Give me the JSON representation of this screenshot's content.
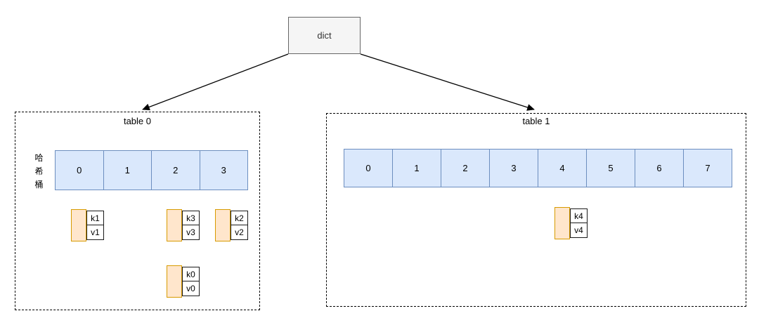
{
  "root_node": {
    "label": "dict"
  },
  "tables": [
    {
      "title": "table 0",
      "bucket_label": "哈希桶",
      "cells": [
        "0",
        "1",
        "2",
        "3"
      ],
      "nodes": [
        {
          "key": "k1",
          "value": "v1",
          "bucket": "0"
        },
        {
          "key": "k3",
          "value": "v3",
          "bucket": "2"
        },
        {
          "key": "k2",
          "value": "v2",
          "bucket": "3"
        },
        {
          "key": "k0",
          "value": "v0",
          "bucket": "2",
          "chained_from": "k3"
        }
      ]
    },
    {
      "title": "table 1",
      "cells": [
        "0",
        "1",
        "2",
        "3",
        "4",
        "5",
        "6",
        "7"
      ],
      "nodes": [
        {
          "key": "k4",
          "value": "v4",
          "bucket": "4"
        }
      ]
    }
  ],
  "edges": [
    {
      "from": "dict",
      "to": "table 0"
    },
    {
      "from": "dict",
      "to": "table 1"
    },
    {
      "from": "table 0 bucket 0",
      "to": "k1/v1"
    },
    {
      "from": "table 0 bucket 2",
      "to": "k3/v3"
    },
    {
      "from": "table 0 bucket 3",
      "to": "k2/v2"
    },
    {
      "from": "k3/v3",
      "to": "k0/v0"
    },
    {
      "from": "table 1 bucket 4",
      "to": "k4/v4"
    }
  ],
  "colors": {
    "bucket_fill": "#dae8fc",
    "bucket_border": "#6c8ebf",
    "entry_fill": "#ffe6cc",
    "entry_border": "#d79b00",
    "root_fill": "#f5f5f5",
    "root_border": "#666666",
    "container_border": "#000000",
    "arrow": "#000000"
  }
}
